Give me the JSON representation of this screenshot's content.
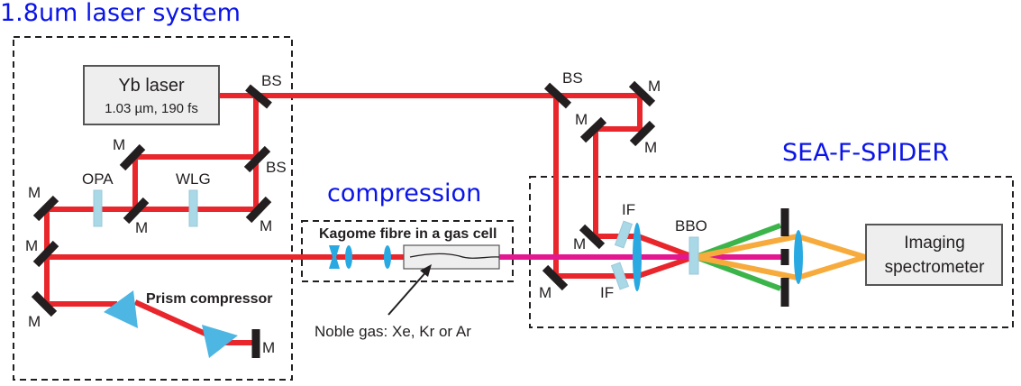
{
  "sections": {
    "laser_system": "1.8um laser system",
    "compression": "compression",
    "spider": "SEA-F-SPIDER"
  },
  "laser_box": {
    "title": "Yb laser",
    "subtitle": "1.03 µm, 190 fs"
  },
  "components": {
    "bs": "BS",
    "m": "M",
    "opa": "OPA",
    "wlg": "WLG",
    "if": "IF",
    "bbo": "BBO",
    "prism_compressor": "Prism compressor",
    "kagome": "Kagome fibre in a gas cell",
    "noble_gas": "Noble gas: Xe, Kr or Ar"
  },
  "spectrometer": {
    "line1": "Imaging",
    "line2": "spectrometer"
  },
  "colors": {
    "title_blue": "#0a14e8",
    "beam_red": "#e8262b",
    "beam_pink": "#e3178f",
    "beam_green": "#3bb44a",
    "beam_orange": "#f6ab3c"
  }
}
